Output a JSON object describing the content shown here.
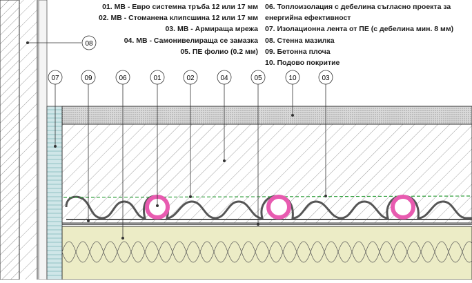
{
  "legend_left": [
    "01.  МВ - Евро системна тръба 12 или 17 мм",
    "02.  МВ - Стоманена клипсшина 12 или 17 мм",
    "03.  МВ - Армираща мрежа",
    "04.  МВ - Самонивелираща се замазка",
    "05.  ПЕ фолио (0.2 мм)"
  ],
  "legend_right": [
    "06.  Топлоизолация с дебелина съгласно проекта за",
    "енергийна ефективност",
    "07.  Изолационна лента от ПЕ (с дебелина мин. 8 мм)",
    "08.  Стенна мазилка",
    "09.  Бетонна плоча",
    "10.  Подово покритие"
  ],
  "callout_wall": "08",
  "callouts_top": [
    "07",
    "09",
    "06",
    "01",
    "02",
    "04",
    "05",
    "10",
    "03"
  ],
  "colors": {
    "insulation": "#ececc6",
    "pipe_fill": "#e85bb0",
    "mesh": "#2e9e3a",
    "line": "#333333"
  }
}
